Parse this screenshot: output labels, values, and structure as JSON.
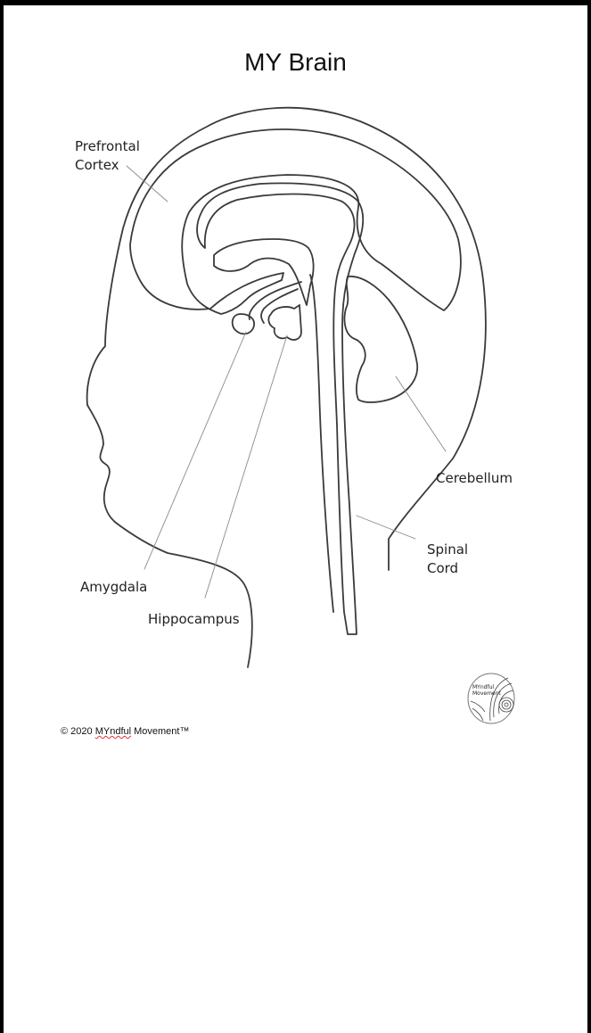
{
  "title": "MY Brain",
  "labels": {
    "prefrontal_1": "Prefrontal",
    "prefrontal_2": "Cortex",
    "cerebellum": "Cerebellum",
    "spinal_1": "Spinal",
    "spinal_2": "Cord",
    "amygdala": "Amygdala",
    "hippocampus": "Hippocampus"
  },
  "footer": {
    "copyright_prefix": "© 2020 ",
    "brand": "MYndful",
    "copyright_suffix": " Movement™"
  },
  "logo": {
    "line1": "MYndful",
    "line2": "Movement"
  }
}
